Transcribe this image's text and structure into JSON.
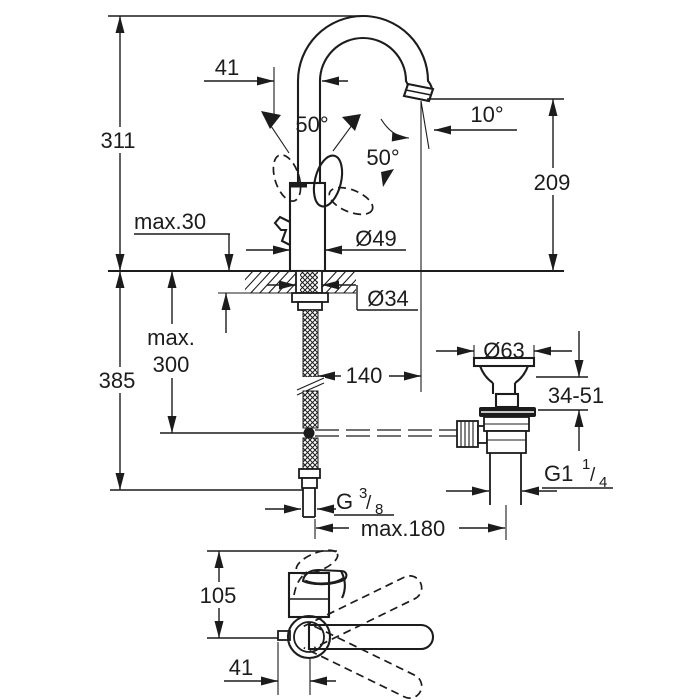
{
  "colors": {
    "background": "#ffffff",
    "line": "#1c1c1c"
  },
  "main_view": {
    "dim_total_height": "311",
    "dim_spout_offset": "41",
    "dim_handle_swing_left": "50°",
    "dim_handle_swing_right": "50°",
    "dim_flow_angle": "10°",
    "dim_spout_height": "209",
    "dim_deck_thickness": "max.30",
    "dim_body_diameter": "Ø49",
    "dim_hole_diameter": "Ø34",
    "dim_total_depth": "385",
    "dim_rod_length_line1": "max.",
    "dim_rod_length_line2": "300",
    "dim_spout_reach": "140",
    "dim_waste_diameter": "Ø63",
    "dim_deck_range": "34-51",
    "waste_thread": {
      "prefix": "G1",
      "numerator": "1",
      "slash": "/",
      "denominator": "4"
    },
    "supply_thread": {
      "prefix": "G",
      "numerator": "3",
      "slash": "/",
      "denominator": "8"
    },
    "dim_waste_distance": "max.180"
  },
  "top_view": {
    "dim_handle_height": "105",
    "dim_handle_offset": "41"
  }
}
